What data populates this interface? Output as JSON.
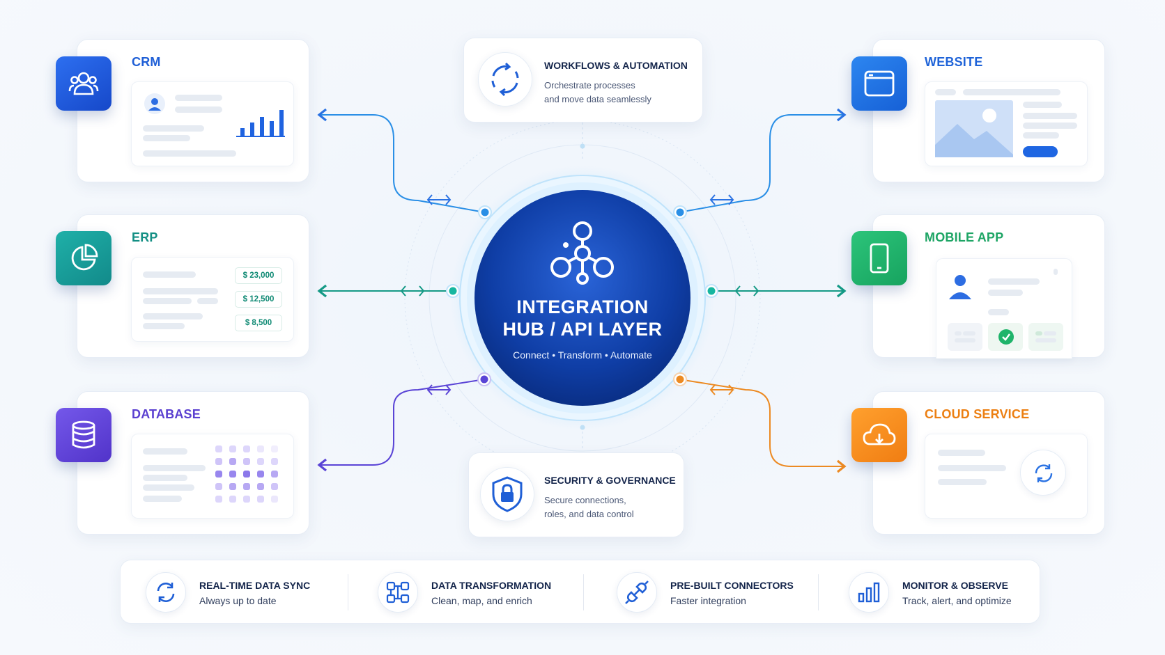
{
  "hub": {
    "title_line1": "INTEGRATION",
    "title_line2": "HUB / API LAYER",
    "subtitle": "Connect • Transform • Automate"
  },
  "systems": {
    "crm": {
      "label": "CRM",
      "color": "#1f63e0",
      "icon": "users-icon"
    },
    "erp": {
      "label": "ERP",
      "color": "#1a9a9a",
      "icon": "pie-chart-icon",
      "values": [
        "$ 23,000",
        "$ 12,500",
        "$ 8,500"
      ]
    },
    "database": {
      "label": "DATABASE",
      "color": "#6247d8",
      "icon": "database-icon"
    },
    "website": {
      "label": "WEBSITE",
      "color": "#1f6fe0",
      "icon": "browser-window-icon"
    },
    "mobile": {
      "label": "MOBILE APP",
      "color": "#20b26b",
      "icon": "smartphone-icon"
    },
    "cloud": {
      "label": "CLOUD SERVICE",
      "color": "#f28a1b",
      "icon": "cloud-icon"
    }
  },
  "workflows": {
    "title": "WORKFLOWS & AUTOMATION",
    "desc_line1": "Orchestrate processes",
    "desc_line2": "and move data seamlessly",
    "icon": "refresh-cycle-icon"
  },
  "security": {
    "title": "SECURITY & GOVERNANCE",
    "desc_line1": "Secure connections,",
    "desc_line2": "roles, and data control",
    "icon": "shield-lock-icon"
  },
  "features": [
    {
      "title": "REAL-TIME DATA SYNC",
      "desc": "Always up to date",
      "icon": "sync-icon"
    },
    {
      "title": "DATA TRANSFORMATION",
      "desc": "Clean, map, and enrich",
      "icon": "transform-icon"
    },
    {
      "title": "PRE-BUILT CONNECTORS",
      "desc": "Faster integration",
      "icon": "plug-icon"
    },
    {
      "title": "MONITOR & OBSERVE",
      "desc": "Track, alert, and optimize",
      "icon": "bar-chart-icon"
    }
  ]
}
